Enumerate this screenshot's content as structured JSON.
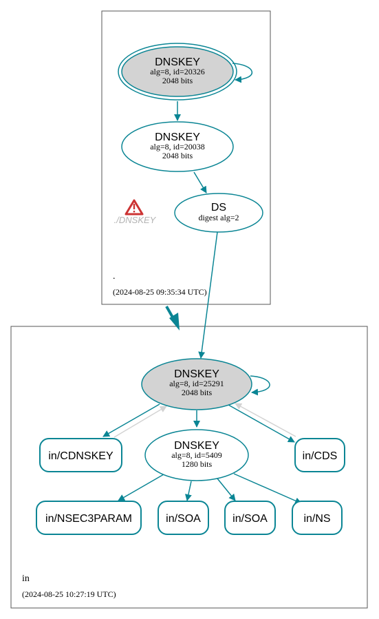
{
  "zones": {
    "root": {
      "name": ".",
      "timestamp": "(2024-08-25 09:35:34 UTC)"
    },
    "in": {
      "name": "in",
      "timestamp": "(2024-08-25 10:27:19 UTC)"
    }
  },
  "warning": {
    "label": "./DNSKEY",
    "icon": "warning-triangle-icon"
  },
  "nodes": {
    "root_ksk": {
      "title": "DNSKEY",
      "line1": "alg=8, id=20326",
      "line2": "2048 bits"
    },
    "root_zsk": {
      "title": "DNSKEY",
      "line1": "alg=8, id=20038",
      "line2": "2048 bits"
    },
    "root_ds": {
      "title": "DS",
      "line1": "digest alg=2"
    },
    "in_ksk": {
      "title": "DNSKEY",
      "line1": "alg=8, id=25291",
      "line2": "2048 bits"
    },
    "in_zsk": {
      "title": "DNSKEY",
      "line1": "alg=8, id=5409",
      "line2": "1280 bits"
    },
    "in_cdnskey": {
      "label": "in/CDNSKEY"
    },
    "in_cds": {
      "label": "in/CDS"
    },
    "in_nsec3param": {
      "label": "in/NSEC3PARAM"
    },
    "in_soa1": {
      "label": "in/SOA"
    },
    "in_soa2": {
      "label": "in/SOA"
    },
    "in_ns": {
      "label": "in/NS"
    }
  },
  "colors": {
    "edge": "#0a8594",
    "edge_gray": "#d3d3d3",
    "ksk_fill": "#d3d3d3",
    "zone_border": "#555555",
    "warning_red": "#cc3333",
    "warning_label": "#b3b3b3"
  }
}
